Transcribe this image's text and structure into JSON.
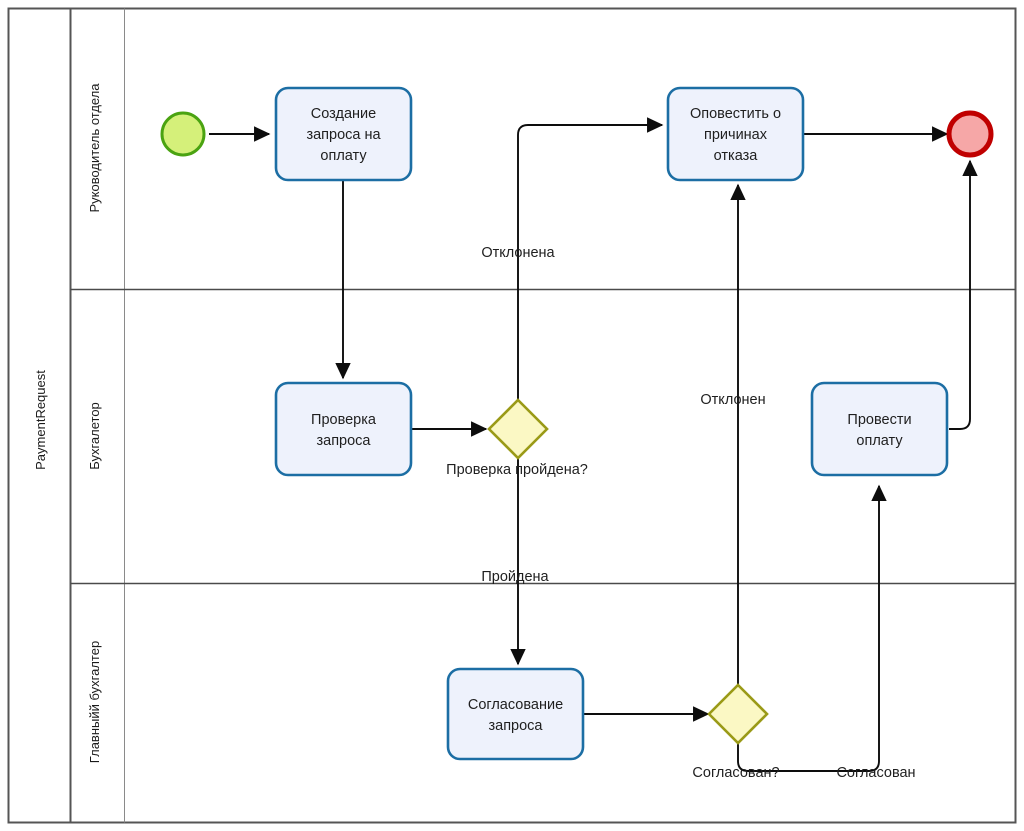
{
  "diagram": {
    "type": "bpmn-process",
    "pool": {
      "label": "PaymentRequest"
    },
    "lanes": [
      {
        "id": "lane-head",
        "label": "Руководитель отдела"
      },
      {
        "id": "lane-accountant",
        "label": "Бухгалетор"
      },
      {
        "id": "lane-chief-accountant",
        "label": "Главныйй бухгалтер"
      }
    ],
    "events": [
      {
        "id": "start-event",
        "kind": "start",
        "label": "",
        "fill": "#d5f07a",
        "stroke": "#4aa311"
      },
      {
        "id": "end-event",
        "kind": "end",
        "label": "",
        "fill": "#f6a7a7",
        "stroke": "#c00000"
      }
    ],
    "tasks": [
      {
        "id": "task-create-request",
        "lane": "lane-head",
        "lines": [
          "Создание",
          "запроса на",
          "оплату"
        ]
      },
      {
        "id": "task-notify-rejection",
        "lane": "lane-head",
        "lines": [
          "Оповестить о",
          "причинах",
          "отказа"
        ]
      },
      {
        "id": "task-check-request",
        "lane": "lane-accountant",
        "lines": [
          "Проверка",
          "запроса"
        ]
      },
      {
        "id": "task-make-payment",
        "lane": "lane-accountant",
        "lines": [
          "Провести",
          "оплату"
        ]
      },
      {
        "id": "task-approve-request",
        "lane": "lane-chief-accountant",
        "lines": [
          "Согласование",
          "запроса"
        ]
      }
    ],
    "gateways": [
      {
        "id": "gateway-check-passed",
        "lane": "lane-accountant",
        "label": "Проверка пройдена?"
      },
      {
        "id": "gateway-approved",
        "lane": "lane-chief-accountant",
        "label": "Согласован?"
      }
    ],
    "flows": [
      {
        "id": "flow-start-to-create",
        "label": ""
      },
      {
        "id": "flow-create-to-check",
        "label": ""
      },
      {
        "id": "flow-check-to-gateway",
        "label": ""
      },
      {
        "id": "flow-rejected-to-notify",
        "label": "Отклонена"
      },
      {
        "id": "flow-passed-to-approve",
        "label": "Пройдена"
      },
      {
        "id": "flow-approve-to-gateway",
        "label": ""
      },
      {
        "id": "flow-declined-to-notify",
        "label": "Отклонен"
      },
      {
        "id": "flow-approved-to-payment",
        "label": "Согласован"
      },
      {
        "id": "flow-notify-to-end",
        "label": ""
      },
      {
        "id": "flow-payment-to-end",
        "label": ""
      }
    ],
    "colors": {
      "task_fill": "#eef2fc",
      "task_stroke": "#1c6ea4",
      "gateway_fill": "#fbf8c4",
      "gateway_stroke": "#9a9a17",
      "line": "#0d0d0d",
      "frame": "#555555",
      "lane_divider": "#6a6a6a",
      "start_fill": "#d5f07a",
      "start_stroke": "#4aa311",
      "end_fill": "#f6a7a7",
      "end_stroke": "#c00000"
    }
  }
}
